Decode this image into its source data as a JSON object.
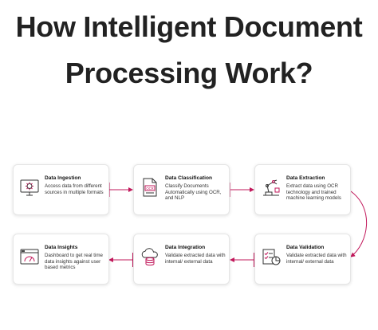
{
  "title": {
    "line1": "How Intelligent Document",
    "line2": "Processing Work?"
  },
  "steps": [
    {
      "title": "Data Ingestion",
      "description": "Access data from different sources in multiple formats",
      "icon": "gear-monitor-icon"
    },
    {
      "title": "Data Classification",
      "description": "Classify Documents Automatically using OCR, and NLP",
      "icon": "ocr-document-icon"
    },
    {
      "title": "Data Extraction",
      "description": "Extract data using OCR technology and trained machine learning models",
      "icon": "robot-arm-icon"
    },
    {
      "title": "Data Validation",
      "description": "Validate extracted data with internal/ external data",
      "icon": "checklist-chart-icon"
    },
    {
      "title": "Data Integration",
      "description": "Validate extracted data with internal/ external data",
      "icon": "cloud-database-icon"
    },
    {
      "title": "Data Insights",
      "description": "Dashboard to get real time data insights against user based metrics",
      "icon": "dashboard-gauge-icon"
    }
  ],
  "colors": {
    "arrow": "#c2185b",
    "icon_stroke": "#333333"
  }
}
